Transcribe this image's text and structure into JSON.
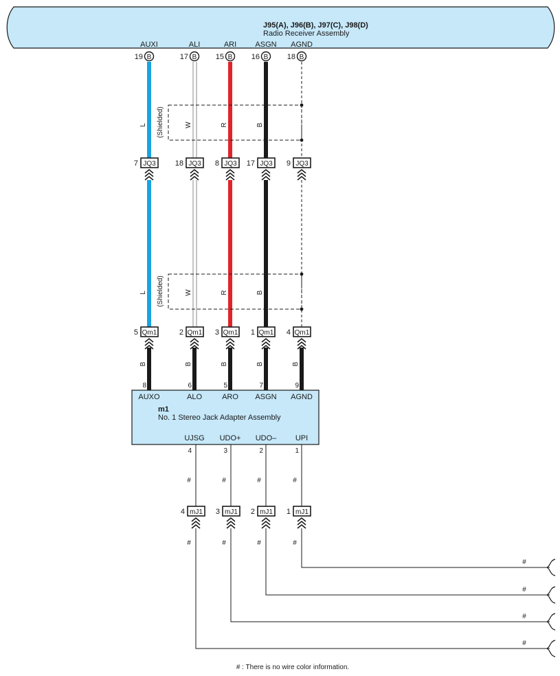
{
  "colors": {
    "component_fill": "#c6e8f9",
    "wire_blue": "#1aa3e0",
    "wire_red": "#e0242a",
    "wire_black": "#1a1a1a",
    "wire_white": "#ffffff",
    "outline": "#1a1a1a"
  },
  "radio": {
    "code": "J95(A), J96(B), J97(C), J98(D)",
    "name": "Radio Receiver Assembly",
    "terminals": [
      {
        "signal": "AUXI",
        "pin": "19",
        "letter": "B"
      },
      {
        "signal": "ALI",
        "pin": "17",
        "letter": "B"
      },
      {
        "signal": "ARI",
        "pin": "15",
        "letter": "B"
      },
      {
        "signal": "ASGN",
        "pin": "16",
        "letter": "B"
      },
      {
        "signal": "AGND",
        "pin": "18",
        "letter": "B"
      }
    ]
  },
  "shield": {
    "label": "(Shielded)",
    "wire_colors": [
      "L",
      "W",
      "R",
      "B"
    ]
  },
  "connector_jq3": {
    "name": "JQ3",
    "pins": [
      "7",
      "18",
      "8",
      "17",
      "9"
    ]
  },
  "connector_qm1": {
    "name": "Qm1",
    "pins": [
      "5",
      "2",
      "3",
      "1",
      "4"
    ]
  },
  "lower_wire_color": "B",
  "adapter": {
    "code": "m1",
    "name": "No.  1 Stereo Jack Adapter Assembly",
    "top_terminals": [
      {
        "signal": "AUXO",
        "pin": "8"
      },
      {
        "signal": "ALO",
        "pin": "6"
      },
      {
        "signal": "ARO",
        "pin": "5"
      },
      {
        "signal": "ASGN",
        "pin": "7"
      },
      {
        "signal": "AGND",
        "pin": "9"
      }
    ],
    "bottom_terminals": [
      {
        "signal": "UJSG",
        "pin": "4"
      },
      {
        "signal": "UDO+",
        "pin": "3"
      },
      {
        "signal": "UDO–",
        "pin": "2"
      },
      {
        "signal": "UPI",
        "pin": "1"
      }
    ]
  },
  "connector_mj1": {
    "name": "mJ1",
    "pins": [
      "4",
      "3",
      "2",
      "1"
    ]
  },
  "unknown_color_mark": "#",
  "footnote": "# : There is no wire color information."
}
